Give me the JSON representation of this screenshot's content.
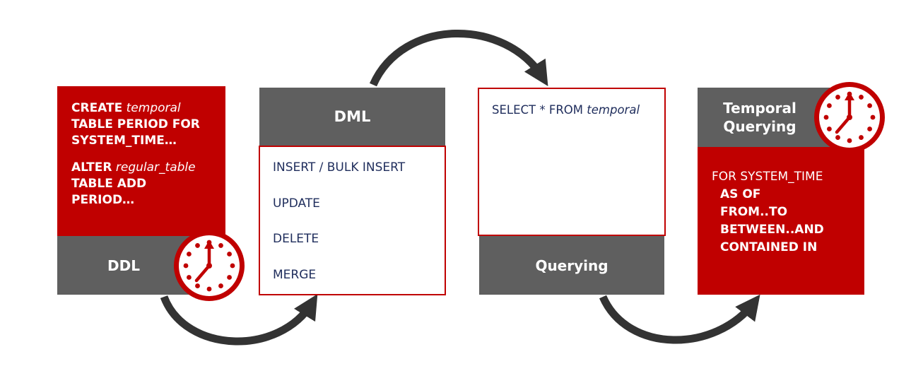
{
  "ddl": {
    "create_kw": "CREATE",
    "create_obj": "temporal",
    "create_rest_1": "TABLE PERIOD FOR",
    "create_rest_2": "SYSTEM_TIME…",
    "alter_kw": "ALTER",
    "alter_obj": "regular_table",
    "alter_rest_1": "TABLE ADD",
    "alter_rest_2": "PERIOD…",
    "label": "DDL"
  },
  "dml": {
    "label": "DML",
    "items": [
      "INSERT / BULK INSERT",
      "UPDATE",
      "DELETE",
      "MERGE"
    ]
  },
  "querying": {
    "select_prefix": "SELECT * FROM ",
    "select_obj": "temporal",
    "label": "Querying"
  },
  "temporal_querying": {
    "label_1": "Temporal",
    "label_2": "Querying",
    "lead": "FOR SYSTEM_TIME",
    "operators": [
      "AS OF",
      "FROM..TO",
      "BETWEEN..AND",
      "CONTAINED IN"
    ]
  },
  "colors": {
    "accent_red": "#c00000",
    "bar_gray": "#5f5f5f",
    "arrow": "#333333",
    "text_navy": "#1f2d5c"
  },
  "icons": [
    "clock-icon",
    "arrow-icon"
  ]
}
